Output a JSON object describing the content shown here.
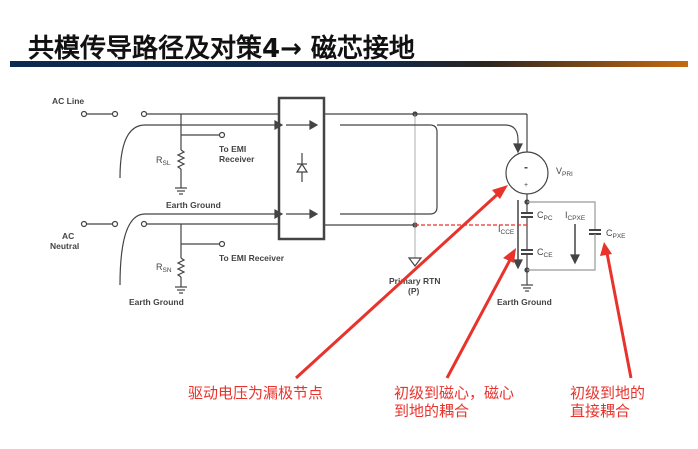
{
  "slide": {
    "title": "共模传导路径及对策4→ 磁芯接地",
    "accent_colors": {
      "rule_start": "#0b2a4f",
      "rule_end": "#c66a10",
      "annotation": "#e8332d"
    }
  },
  "diagram": {
    "labels": {
      "ac_line": "AC Line",
      "ac_neutral_1": "AC",
      "ac_neutral_2": "Neutral",
      "rsl": "R",
      "rsl_sub": "SL",
      "rsn": "R",
      "rsn_sub": "SN",
      "to_emi_1a": "To EMI",
      "to_emi_1b": "Receiver",
      "to_emi_2": "To EMI Receiver",
      "earth_ground_1": "Earth Ground",
      "earth_ground_2": "Earth Ground",
      "earth_ground_3": "Earth Ground",
      "primary_rtn_1": "Primary RTN",
      "primary_rtn_2": "(P)",
      "vpri": "V",
      "vpri_sub": "PRI",
      "cpc": "C",
      "cpc_sub": "PC",
      "cce": "C",
      "cce_sub": "CE",
      "icce": "I",
      "icce_sub": "CCE",
      "icpxe": "I",
      "icpxe_sub": "CPXE",
      "cpxe": "C",
      "cpxe_sub": "PXE",
      "minus": "-",
      "plus": "+"
    }
  },
  "annotations": [
    {
      "text": "驱动电压为漏极节点"
    },
    {
      "text": "初级到磁心，磁心\n到地的耦合"
    },
    {
      "text": "初级到地的\n直接耦合"
    }
  ]
}
